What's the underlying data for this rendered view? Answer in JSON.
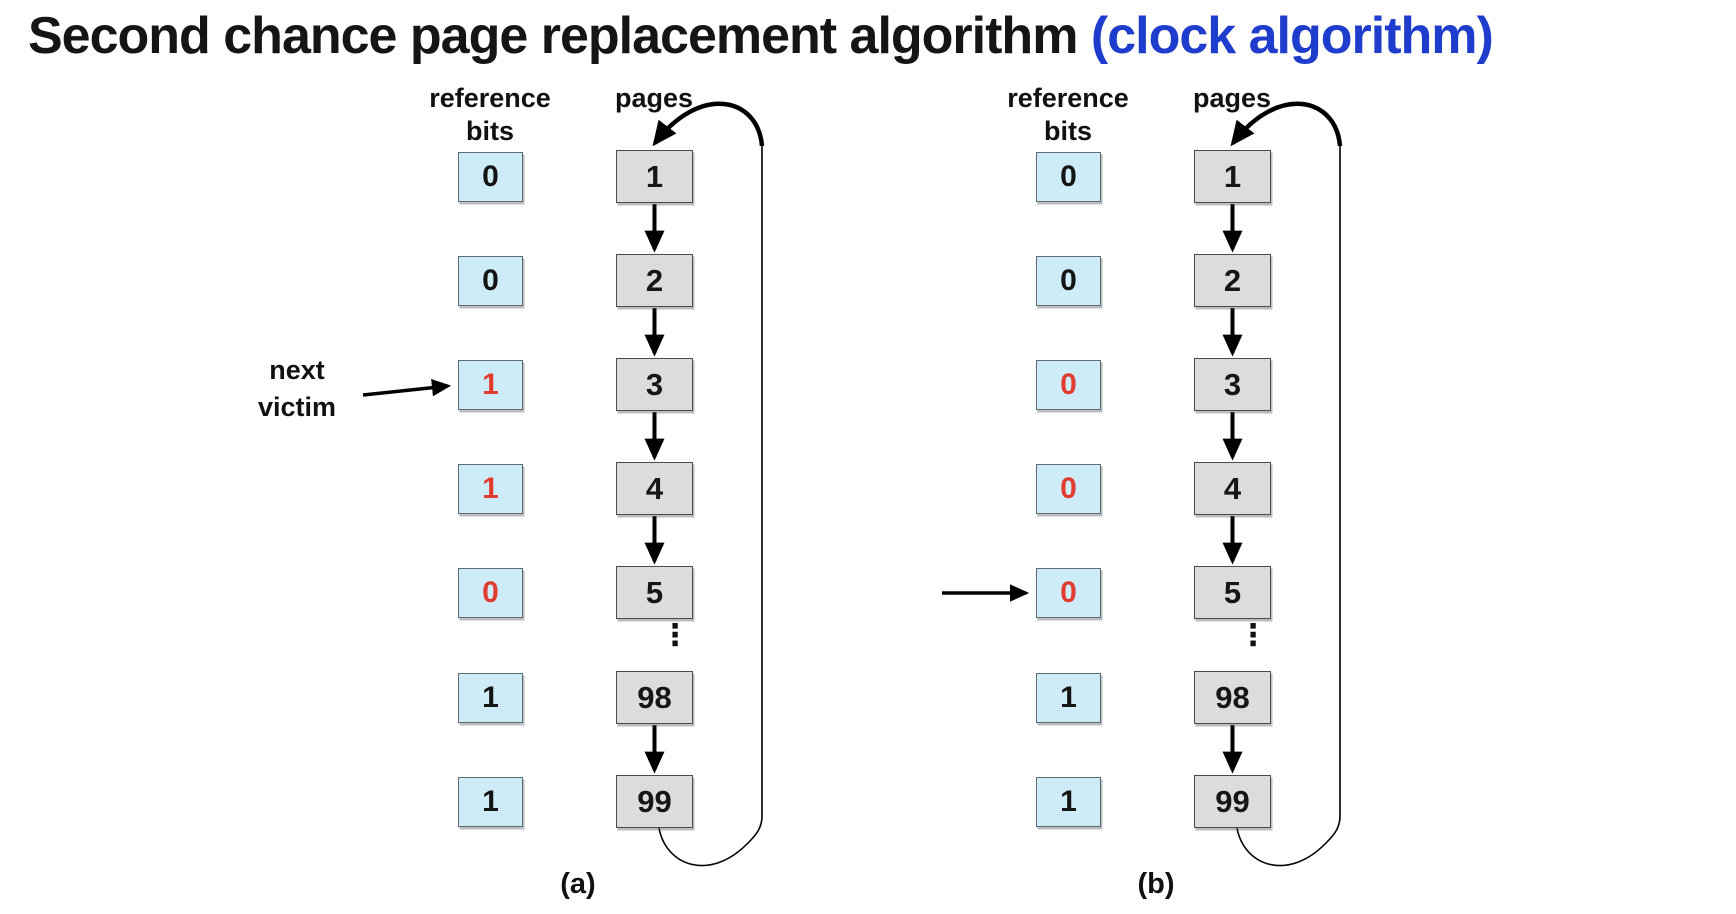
{
  "title": {
    "black": "Second chance page replacement algorithm ",
    "blue": "(clock algorithm)"
  },
  "colors": {
    "title_accent": "#1f3dcc",
    "bit_red": "#e23b30",
    "ref_box_fill": "#cdecf8",
    "page_box_fill": "#dcdcdc"
  },
  "panels": [
    {
      "caption": "(a)",
      "ref_header_line1": "reference",
      "ref_header_line2": "bits",
      "pages_header": "pages",
      "ellipsis": "⋮",
      "pointer_label_line1": "next",
      "pointer_label_line2": "victim",
      "rows": [
        {
          "bit": "0",
          "bit_color": "black",
          "page": "1"
        },
        {
          "bit": "0",
          "bit_color": "black",
          "page": "2"
        },
        {
          "bit": "1",
          "bit_color": "red",
          "page": "3"
        },
        {
          "bit": "1",
          "bit_color": "red",
          "page": "4"
        },
        {
          "bit": "0",
          "bit_color": "red",
          "page": "5"
        },
        {
          "bit": "1",
          "bit_color": "black",
          "page": "98"
        },
        {
          "bit": "1",
          "bit_color": "black",
          "page": "99"
        }
      ]
    },
    {
      "caption": "(b)",
      "ref_header_line1": "reference",
      "ref_header_line2": "bits",
      "pages_header": "pages",
      "ellipsis": "⋮",
      "rows": [
        {
          "bit": "0",
          "bit_color": "black",
          "page": "1"
        },
        {
          "bit": "0",
          "bit_color": "black",
          "page": "2"
        },
        {
          "bit": "0",
          "bit_color": "red",
          "page": "3"
        },
        {
          "bit": "0",
          "bit_color": "red",
          "page": "4"
        },
        {
          "bit": "0",
          "bit_color": "red",
          "page": "5"
        },
        {
          "bit": "1",
          "bit_color": "black",
          "page": "98"
        },
        {
          "bit": "1",
          "bit_color": "black",
          "page": "99"
        }
      ]
    }
  ]
}
